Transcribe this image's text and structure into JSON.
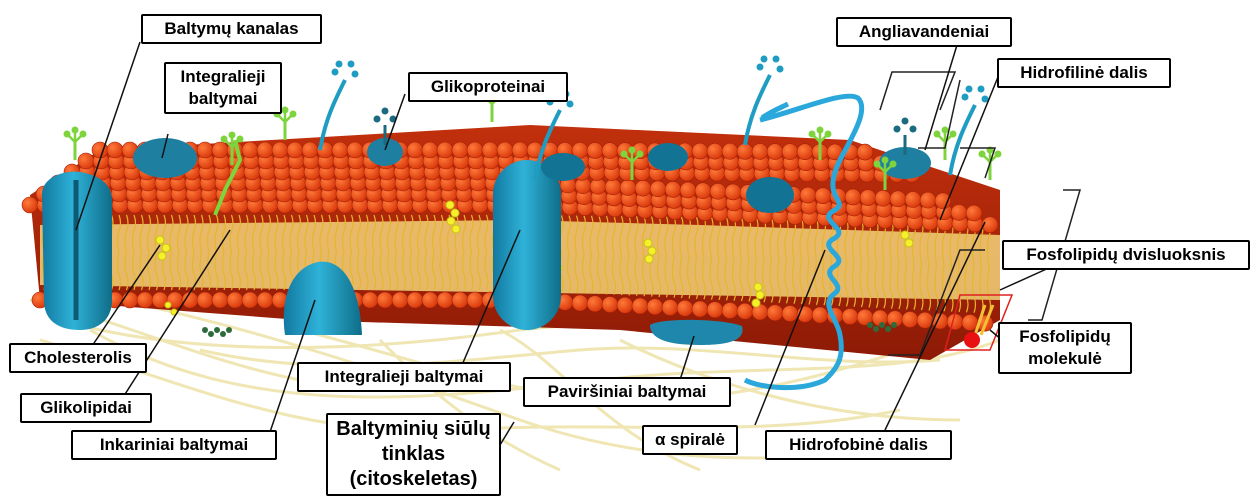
{
  "labels": {
    "baltymu_kanalas": "Baltymų kanalas",
    "integralieji_baltymai_top": "Integralieji baltymai",
    "glikoproteinai": "Glikoproteinai",
    "angliavandeniai": "Angliavandeniai",
    "hidrofiline_dalis": "Hidrofilinė dalis",
    "fosfolipidu_dvisluoksnis": "Fosfolipidų dvisluoksnis",
    "fosfolipidu_molekule": "Fosfolipidų molekulė",
    "cholesterolis": "Cholesterolis",
    "glikolipidai": "Glikolipidai",
    "inkariniai_baltymai": "Inkariniai baltymai",
    "integralieji_baltymai_bottom": "Integralieji baltymai",
    "baltyminiu_siulu_tinklas": "Baltyminių siūlų tinklas (citoskeletas)",
    "pavirsiniai_baltymai": "Paviršiniai baltymai",
    "alfa_spirale": "α spiralė",
    "hidrofobine_dalis": "Hidrofobinė dalis"
  },
  "colors": {
    "head": "#e8450f",
    "head_dark": "#a3200a",
    "tail": "#f2c232",
    "protein": "#1f9cc1",
    "protein_dark": "#0f6d88",
    "glyco_green": "#7ed43c",
    "cholesterol": "#f5f02a",
    "fiber": "#efe6b4",
    "red_box": "#e02020"
  }
}
